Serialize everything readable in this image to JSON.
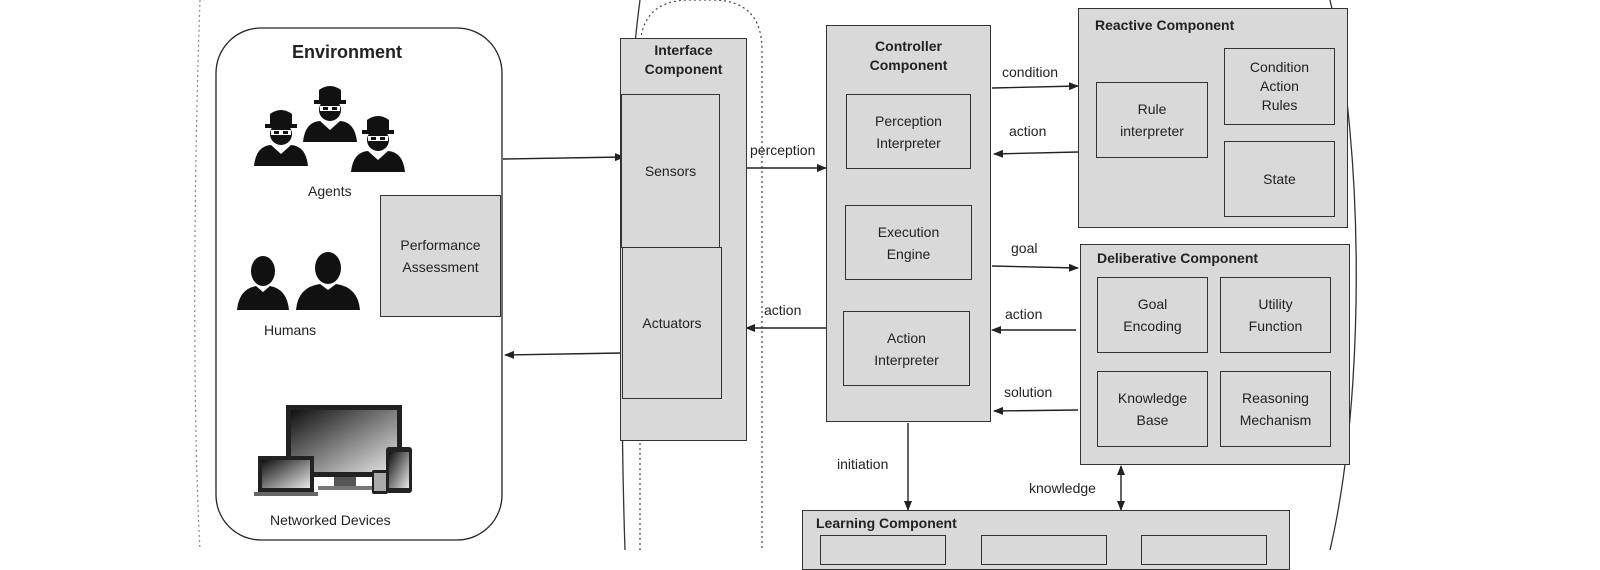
{
  "environment": {
    "title": "Environment",
    "agents_label": "Agents",
    "humans_label": "Humans",
    "devices_label": "Networked Devices",
    "performance": "Performance Assessment"
  },
  "interface": {
    "title": "Interface Component",
    "sensors": "Sensors",
    "actuators": "Actuators"
  },
  "controller": {
    "title": "Controller Component",
    "perception_interpreter": "Perception Interpreter",
    "execution_engine": "Execution Engine",
    "action_interpreter": "Action Interpreter"
  },
  "reactive": {
    "title": "Reactive Component",
    "rule_interpreter": "Rule interpreter",
    "condition_action_rules": "Condition Action Rules",
    "state": "State"
  },
  "deliberative": {
    "title": "Deliberative Component",
    "goal_encoding": "Goal Encoding",
    "utility_function": "Utility Function",
    "knowledge_base": "Knowledge Base",
    "reasoning_mechanism": "Reasoning Mechanism"
  },
  "learning": {
    "title": "Learning Component"
  },
  "edges": {
    "perception": "perception",
    "action_to_actuators": "action",
    "condition": "condition",
    "action_from_reactive": "action",
    "goal": "goal",
    "action_from_deliberative": "action",
    "solution": "solution",
    "initiation": "initiation",
    "knowledge": "knowledge"
  }
}
